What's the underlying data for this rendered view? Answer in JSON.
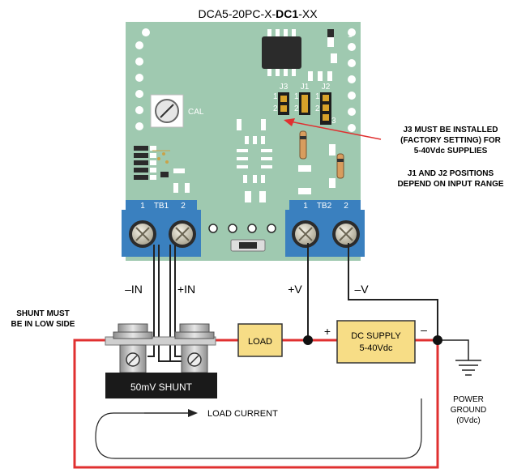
{
  "title": {
    "prefix": "DCA5-20PC-X-",
    "bold": "DC1",
    "suffix": "-XX"
  },
  "board": {
    "cal_label": "CAL",
    "jumpers": [
      "J3",
      "J1",
      "J2"
    ],
    "pin_1": "1",
    "pin_2": "2",
    "pin_3": "3",
    "corner_pin": "1",
    "tb1": {
      "left": "1",
      "name": "TB1",
      "right": "2"
    },
    "tb2": {
      "left": "1",
      "name": "TB2",
      "right": "2"
    }
  },
  "notes": {
    "j3_line1": "J3 MUST BE INSTALLED",
    "j3_line2": "(FACTORY SETTING) FOR",
    "j3_line3": "5-40Vdc SUPPLIES",
    "j12_line1": "J1 AND J2 POSITIONS",
    "j12_line2": "DEPEND ON INPUT RANGE",
    "shunt_line1": "SHUNT MUST",
    "shunt_line2": "BE IN LOW SIDE"
  },
  "wires": {
    "minus_in": "–IN",
    "plus_in": "+IN",
    "plus_v": "+V",
    "minus_v": "–V"
  },
  "components": {
    "load": "LOAD",
    "supply_line1": "DC SUPPLY",
    "supply_line2": "5-40Vdc",
    "supply_plus": "+",
    "supply_minus": "–",
    "shunt": "50mV SHUNT"
  },
  "ground": {
    "line1": "POWER",
    "line2": "GROUND",
    "line3": "(0Vdc)"
  },
  "current_label": "LOAD CURRENT",
  "colors": {
    "board": "#9fc9b0",
    "terminal_block": "#3a80bf",
    "loop_wire": "#e03030",
    "component_fill": "#f7dd86",
    "arrow": "#e03030"
  }
}
